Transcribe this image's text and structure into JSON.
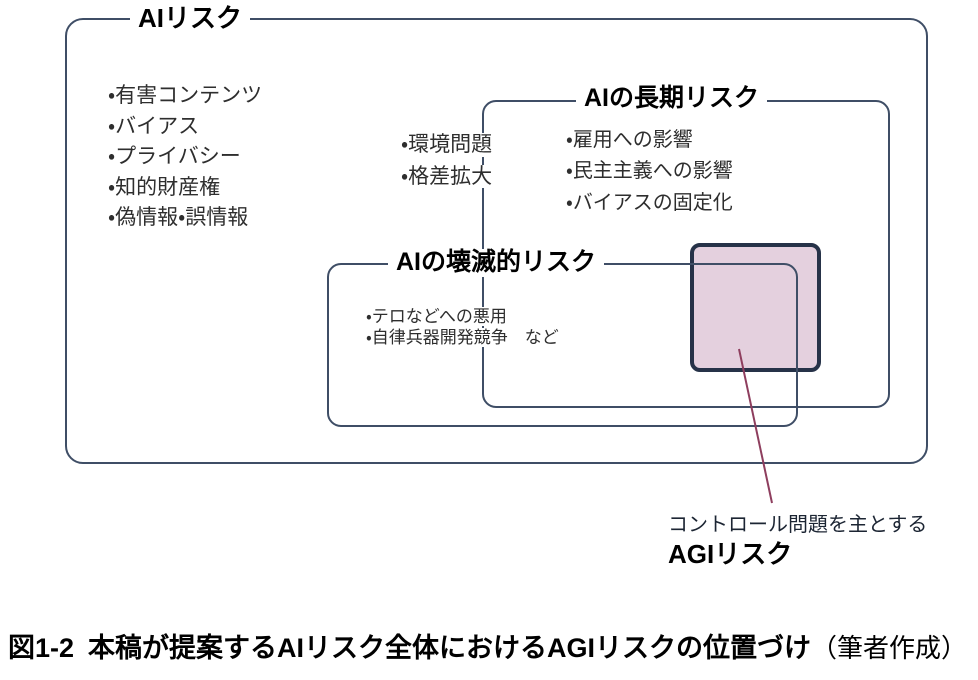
{
  "colors": {
    "line": "#3f4e66",
    "agi_fill": "#e4d0de",
    "agi_border": "#263248",
    "callout_line": "#8e3e5e",
    "text": "#2e2e2e",
    "title_text": "#000000"
  },
  "diagram": {
    "outer_box": {
      "title": "AIリスク"
    },
    "general_risks": [
      "有害コンテンツ",
      "バイアス",
      "プライバシー",
      "知的財産権",
      "偽情報・誤情報"
    ],
    "boundary_risks": [
      "環境問題",
      "格差拡大"
    ],
    "longterm_box": {
      "title": "AIの長期リスク",
      "items": [
        "雇用への影響",
        "民主主義への影響",
        "バイアスの固定化"
      ]
    },
    "catastrophic_box": {
      "title": "AIの壊滅的リスク",
      "items": [
        "テロなどへの悪用",
        "自律兵器開発競争　など"
      ]
    },
    "agi_callout": {
      "line1": "コントロール問題を主とする",
      "line2": "AGIリスク"
    }
  },
  "caption": {
    "fig_label": "図1-2",
    "title": "本稿が提案するAIリスク全体におけるAGIリスクの位置づけ",
    "credit": "（筆者作成）"
  }
}
